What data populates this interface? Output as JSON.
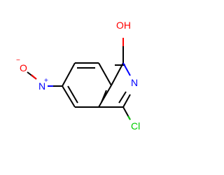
{
  "molecule": {
    "atoms": {
      "hydroxyl": {
        "label": "OH",
        "color": "#ff0000"
      },
      "ring_nitrogen": {
        "label": "N",
        "color": "#0000ff"
      },
      "chlorine": {
        "label": "Cl",
        "color": "#00cc00"
      },
      "nitro_nitrogen": {
        "label": "N",
        "color": "#0000ff",
        "charge": "+"
      },
      "nitro_oxygen": {
        "label": "O",
        "color": "#ff0000",
        "charge": "−"
      }
    },
    "bond_color": "#000000"
  }
}
